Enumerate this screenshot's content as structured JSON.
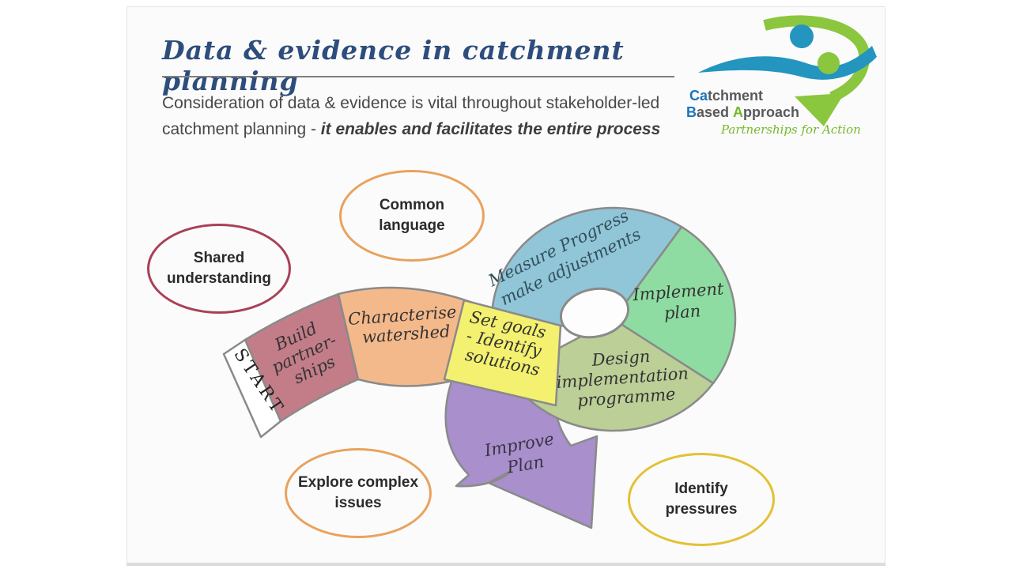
{
  "slide": {
    "title": "Data & evidence in catchment planning",
    "subtitle_line1": "Consideration of data & evidence is vital throughout stakeholder-led",
    "subtitle_line2_prefix": "catchment planning - ",
    "subtitle_line2_emphasis": "it enables and facilitates the entire process"
  },
  "logo": {
    "line1_accent": "Ca",
    "line1_rest": "tchment",
    "line2_accent1": "B",
    "line2_mid": "ased ",
    "line2_accent2": "A",
    "line2_rest": "pproach",
    "tagline": "Partnerships for Action",
    "colors": {
      "blue": "#1b75bb",
      "green": "#76b82a",
      "gray": "#58595b"
    }
  },
  "bubbles": {
    "shared_understanding": {
      "line1": "Shared",
      "line2": "understanding",
      "border": "#a84056"
    },
    "common_language": {
      "line1": "Common",
      "line2": "language",
      "border": "#e9a25d"
    },
    "explore_complex_issues": {
      "line1": "Explore complex",
      "line2": "issues",
      "border": "#e9a25d"
    },
    "identify_pressures": {
      "line1": "Identify",
      "line2": "pressures",
      "border": "#e3c134"
    }
  },
  "cycle": {
    "start": {
      "label": "START",
      "fill": "#ffffff"
    },
    "build_partnerships": {
      "line1": "Build",
      "line2": "partner-",
      "line3": "ships",
      "fill": "#c27d89"
    },
    "characterise_watershed": {
      "line1": "Characterise",
      "line2": "watershed",
      "fill": "#f4b98b"
    },
    "set_goals": {
      "line1": "Set goals",
      "line2": "- Identify",
      "line3": "solutions",
      "fill": "#f4f170"
    },
    "measure_progress": {
      "line1": "Measure Progress",
      "line2": "make adjustments",
      "fill": "#91c5d8"
    },
    "implement_plan": {
      "line1": "Implement",
      "line2": "plan",
      "fill": "#8edca2"
    },
    "design_programme": {
      "line1": "Design",
      "line2": "implementation",
      "line3": "programme",
      "fill": "#bccf97"
    },
    "improve_plan": {
      "line1": "Improve",
      "line2": "Plan",
      "fill": "#a98fcb"
    },
    "outline_color": "#8a8a8a"
  }
}
